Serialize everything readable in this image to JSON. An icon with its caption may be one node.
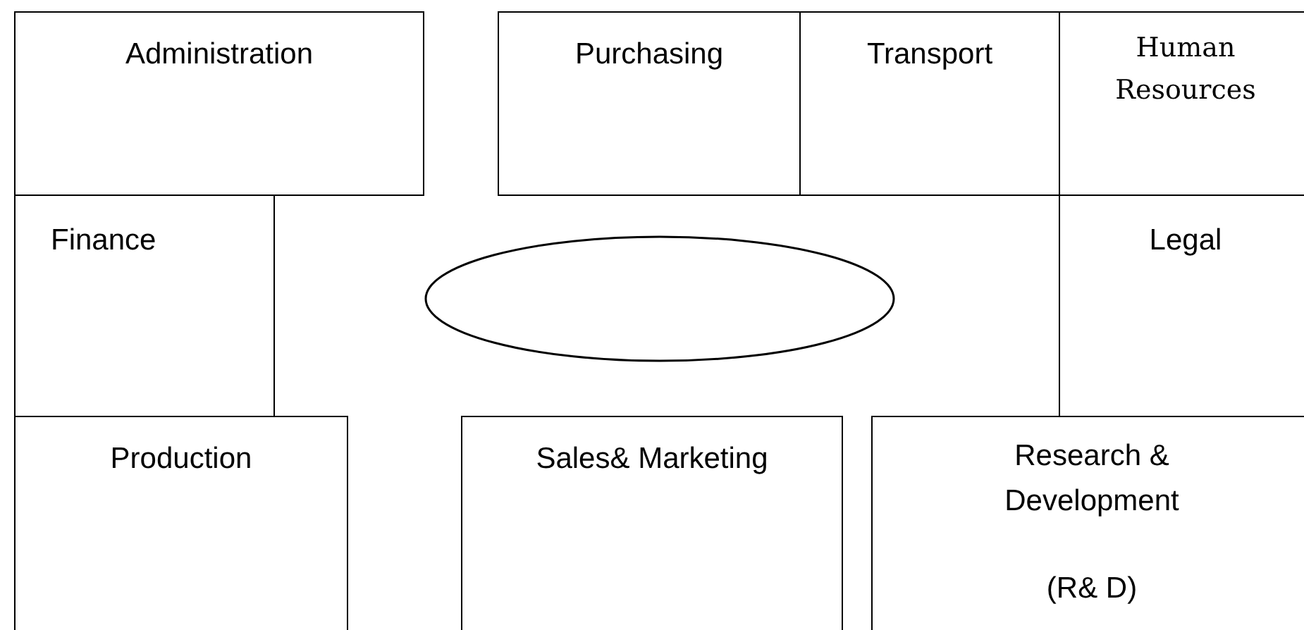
{
  "diagram": {
    "nodes": [
      {
        "text": [
          "Administration"
        ]
      },
      {
        "text": [
          "Purchasing"
        ]
      },
      {
        "text": [
          "Transport"
        ]
      },
      {
        "text": [
          "Human Resources"
        ]
      },
      {
        "text": [
          "Finance"
        ]
      },
      {
        "text": [],
        "shape": "ellipse"
      },
      {
        "text": [
          "Legal"
        ]
      },
      {
        "text": [
          "Production"
        ]
      },
      {
        "text": [
          "Sales& Marketing"
        ]
      },
      {
        "text": [
          "Research & Development",
          "(R& D)"
        ]
      }
    ],
    "edges": []
  }
}
